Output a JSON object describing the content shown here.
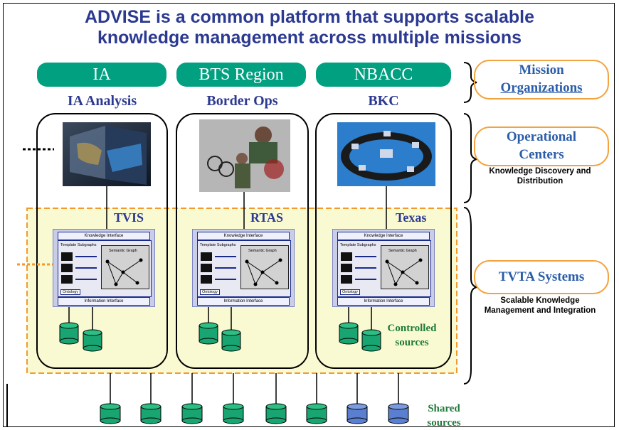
{
  "title": {
    "line1": "ADVISE is a common platform that supports scalable",
    "line2": "knowledge management across multiple missions"
  },
  "columns": [
    {
      "org": "IA",
      "center": "IA Analysis",
      "system": "TVIS"
    },
    {
      "org": "BTS Region",
      "center": "Border Ops",
      "system": "RTAS"
    },
    {
      "org": "NBACC",
      "center": "BKC",
      "system": "Texas"
    }
  ],
  "module": {
    "knowledge_interface": "Knowledge Interface",
    "information_interface": "Information Interface",
    "template_subgraphs": "Template Subgraphs",
    "semantic_graph": "Semantic Graph",
    "ontology": "Ontology"
  },
  "side": {
    "mission_line1": "Mission",
    "mission_line2": "Organizations",
    "operational_line1": "Operational",
    "operational_line2": "Centers",
    "operational_note_line1": "Knowledge Discovery and",
    "operational_note_line2": "Distribution",
    "tvta": "TVTA Systems",
    "tvta_note_line1": "Scalable Knowledge",
    "tvta_note_line2": "Management and Integration"
  },
  "controlled": {
    "line1": "Controlled",
    "line2": "sources"
  },
  "shared": {
    "line1": "Shared",
    "line2": "sources"
  },
  "colors": {
    "title": "#2b3990",
    "pill": "#00a080",
    "highlight_fill": "#fafad2",
    "highlight_border": "#f39a2e",
    "oval_border": "#f3a23d",
    "db_green": "#19a572",
    "db_blue": "#5a7fd0",
    "green_text": "#1f7a3a"
  }
}
